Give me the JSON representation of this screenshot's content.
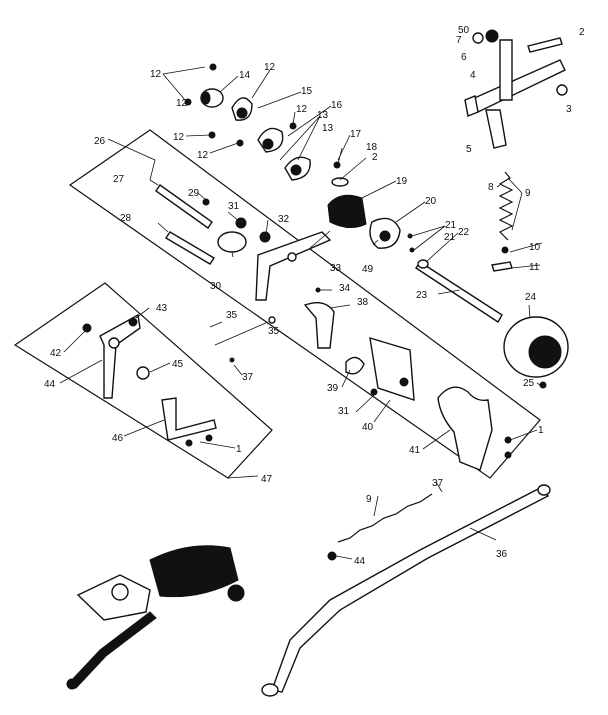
{
  "callouts": [
    "1",
    "2",
    "3",
    "4",
    "5",
    "6",
    "7",
    "8",
    "9",
    "10",
    "11",
    "12",
    "13",
    "14",
    "15",
    "16",
    "17",
    "18",
    "19",
    "20",
    "21",
    "22",
    "23",
    "24",
    "25",
    "26",
    "27",
    "28",
    "29",
    "30",
    "31",
    "32",
    "33",
    "34",
    "35",
    "36",
    "37",
    "38",
    "39",
    "40",
    "41",
    "42",
    "43",
    "44",
    "45",
    "46",
    "47",
    "49",
    "50"
  ],
  "duplicate_callouts": [
    "1",
    "2",
    "9",
    "12",
    "12",
    "12",
    "12",
    "12",
    "13",
    "21",
    "31",
    "35",
    "37",
    "44"
  ]
}
